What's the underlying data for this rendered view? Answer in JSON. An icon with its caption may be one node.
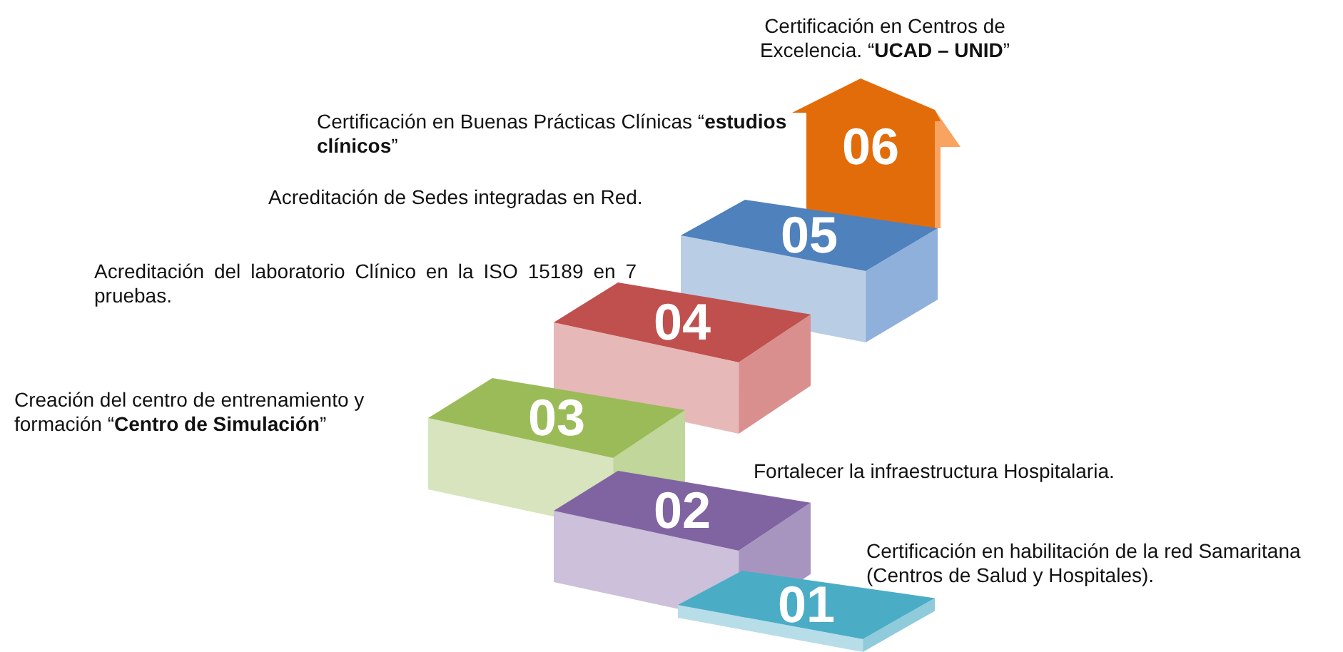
{
  "diagram": {
    "nodes": [
      {
        "text": [
          "01"
        ],
        "beside": [
          "Certificación en habilitación de la red Samaritana (Centros de Salud y Hospitales)."
        ]
      },
      {
        "text": [
          "02"
        ],
        "beside": [
          "Fortalecer la infraestructura Hospitalaria."
        ]
      },
      {
        "text": [
          "03"
        ],
        "beside": [
          "Creación del centro de entrenamiento y formación “**Centro de Simulación**”"
        ]
      },
      {
        "text": [
          "04"
        ],
        "beside": [
          "Acreditación del laboratorio Clínico en la ISO 15189 en 7 pruebas."
        ]
      },
      {
        "text": [
          "05"
        ],
        "beside": [
          "Acreditación de Sedes integradas en Red."
        ]
      },
      {
        "text": [
          "06"
        ],
        "beside": [
          "Certificación en Centros de Excelencia. “**UCAD – UNID**”",
          "Certificación en Buenas Prácticas Clínicas “**estudios clínicos**”"
        ]
      }
    ]
  }
}
